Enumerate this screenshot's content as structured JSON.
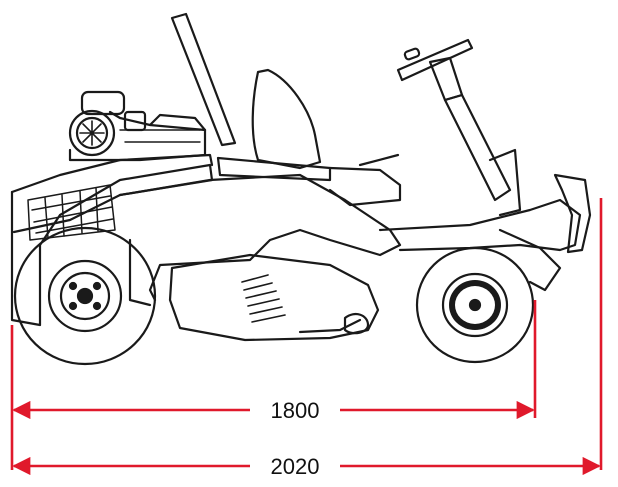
{
  "figure": {
    "subject": "ride-on-mower-side-view",
    "line_color": "#1a1a1a",
    "dimension_color": "#e0192b"
  },
  "dimensions": [
    {
      "id": "wheelbase",
      "label": "1800"
    },
    {
      "id": "overall-length",
      "label": "2020"
    }
  ]
}
